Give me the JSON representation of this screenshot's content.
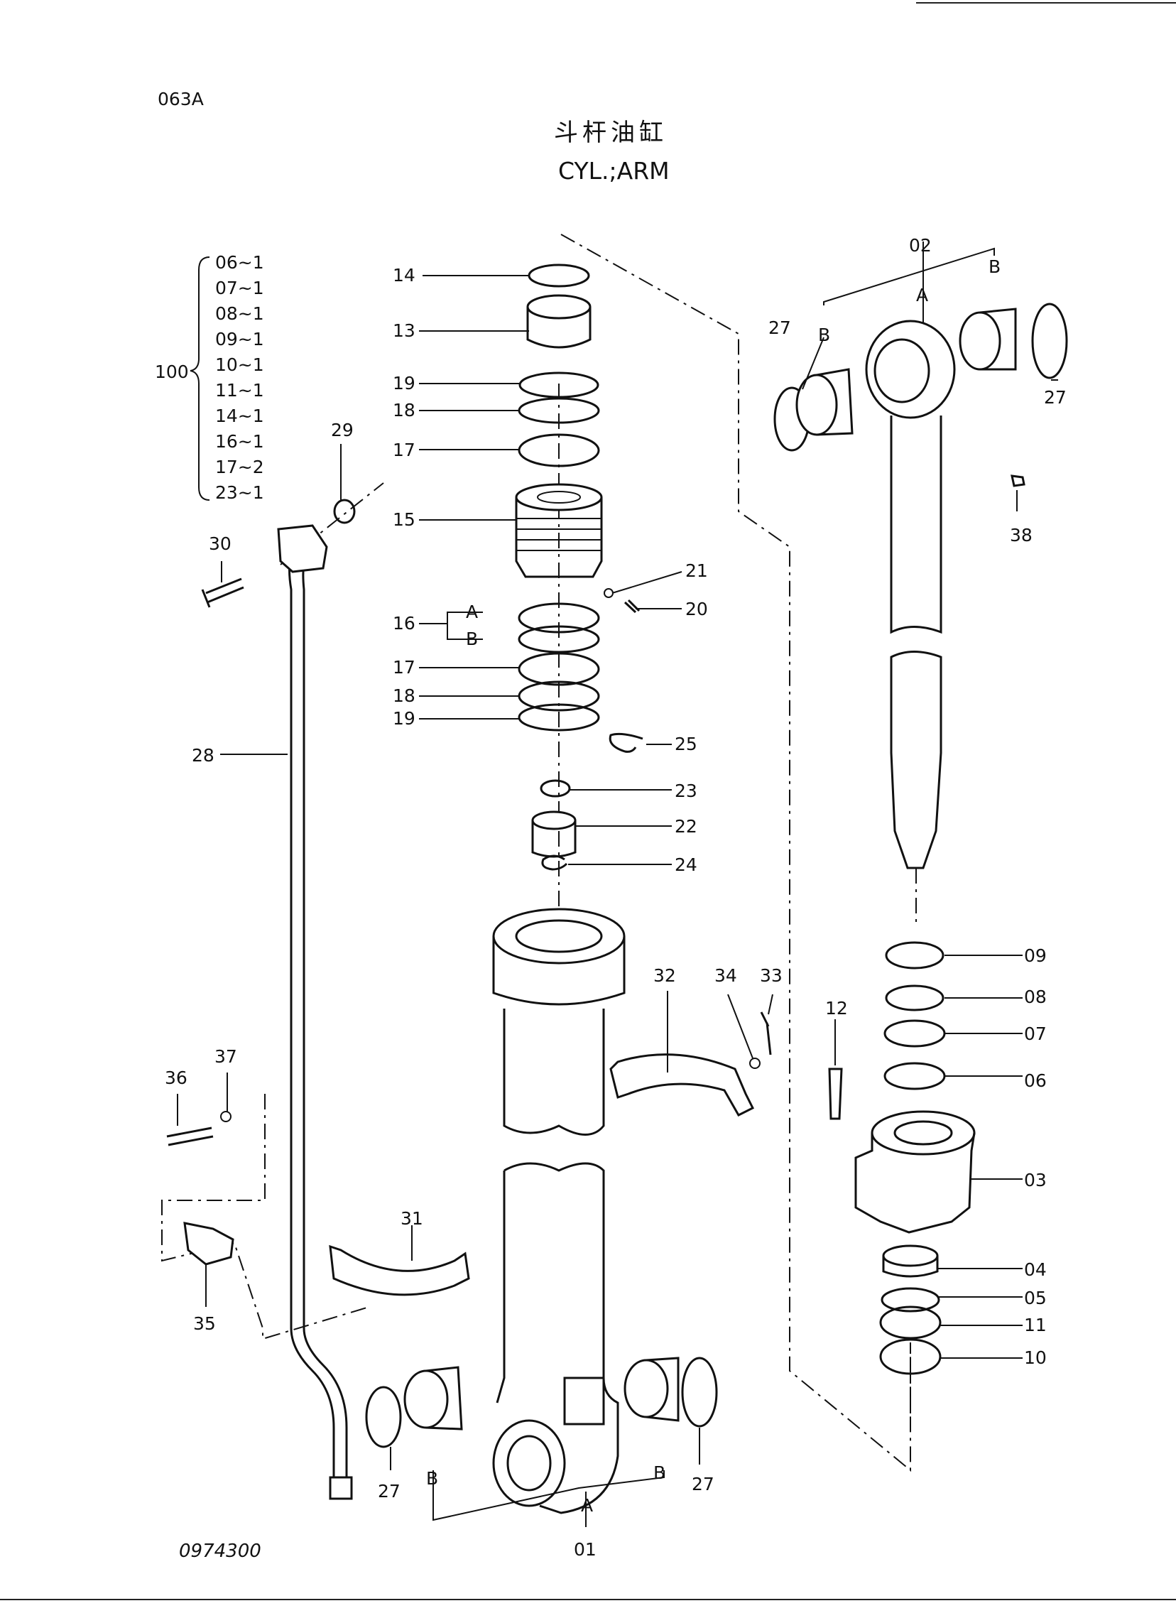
{
  "header": {
    "page_code": "063A",
    "title_cn": "斗杆油缸",
    "title_en": "CYL.;ARM"
  },
  "footer": {
    "document_number": "0974300"
  },
  "kit_bracket": {
    "kit_number": "100",
    "items": [
      "06~1",
      "07~1",
      "08~1",
      "09~1",
      "10~1",
      "11~1",
      "14~1",
      "16~1",
      "17~2",
      "23~1"
    ]
  },
  "callouts": {
    "c01": "01",
    "c02": "02",
    "c03": "03",
    "c04": "04",
    "c05": "05",
    "c06": "06",
    "c07": "07",
    "c08": "08",
    "c09": "09",
    "c10": "10",
    "c11": "11",
    "c12": "12",
    "c13": "13",
    "c14": "14",
    "c15": "15",
    "c16": "16",
    "c17a": "17",
    "c17b": "17",
    "c18a": "18",
    "c18b": "18",
    "c19a": "19",
    "c19b": "19",
    "c20": "20",
    "c21": "21",
    "c22": "22",
    "c23": "23",
    "c24": "24",
    "c25": "25",
    "c27a": "27",
    "c27b": "27",
    "c27c": "27",
    "c27d": "27",
    "c28": "28",
    "c29": "29",
    "c30": "30",
    "c31": "31",
    "c32": "32",
    "c33": "33",
    "c34": "34",
    "c35": "35",
    "c36": "36",
    "c37": "37",
    "c38": "38"
  },
  "sub_labels": {
    "a_16": "A",
    "b_16": "B",
    "a_rod": "A",
    "b_rod_left": "B",
    "b_rod_right": "B",
    "a_tube": "A",
    "b_tube_left": "B",
    "b_tube_right": "B"
  }
}
